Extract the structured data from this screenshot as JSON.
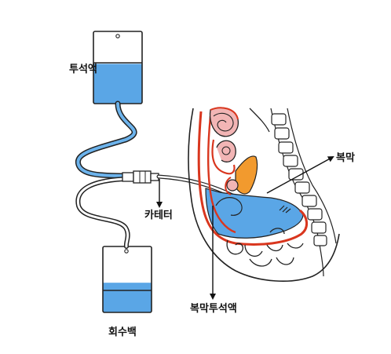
{
  "labels": {
    "dialysate": "투석액",
    "catheter": "카테터",
    "peritoneum": "복막",
    "peritoneal_dialysate": "복막투석액",
    "drain_bag": "회수백"
  },
  "colors": {
    "fluid": "#5aa6e6",
    "tube_fill": "#bcdcf6",
    "peritoneum_line": "#d9361e",
    "organ_pink": "#f2b5b5",
    "organ_orange": "#f29a2e",
    "outline": "#222222"
  },
  "fill_levels": {
    "dialysate_bag": 0.55,
    "drain_bag": 0.45
  },
  "icons": [
    "bag-hanger-hole-icon",
    "arrow-down-icon",
    "arrow-right-icon"
  ]
}
